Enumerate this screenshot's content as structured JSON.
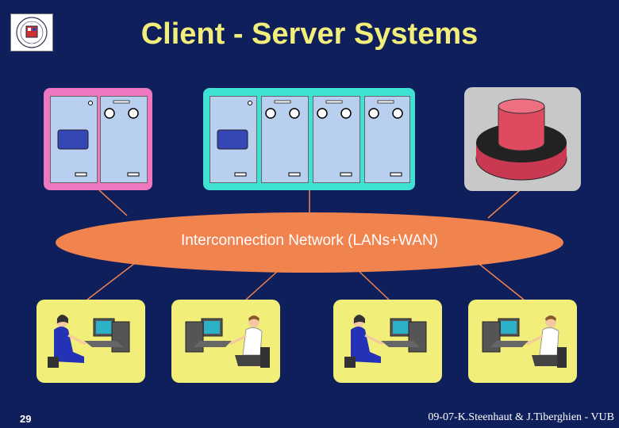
{
  "slide": {
    "title": "Client - Server Systems",
    "network_label": "Interconnection Network (LANs+WAN)",
    "page_number": "29",
    "credit": "09-07-K.Steenhaut & J.Tiberghien - VUB"
  },
  "icons": {
    "logo": "university-seal-icon",
    "server_cabinet": "server-cabinet-icon",
    "database": "database-cylinder-icon",
    "workstation_user_female": "user-at-computer-icon",
    "workstation_user_male": "user-at-computer-icon"
  },
  "colors": {
    "background": "#0f1f5c",
    "title": "#f2ee7a",
    "server_group_1": "#ee77c0",
    "server_group_2": "#3fe2d2",
    "database_panel": "#c8c8c8",
    "network": "#f1834f",
    "client_panel": "#f2ee7a",
    "connector": "#f1834f"
  }
}
